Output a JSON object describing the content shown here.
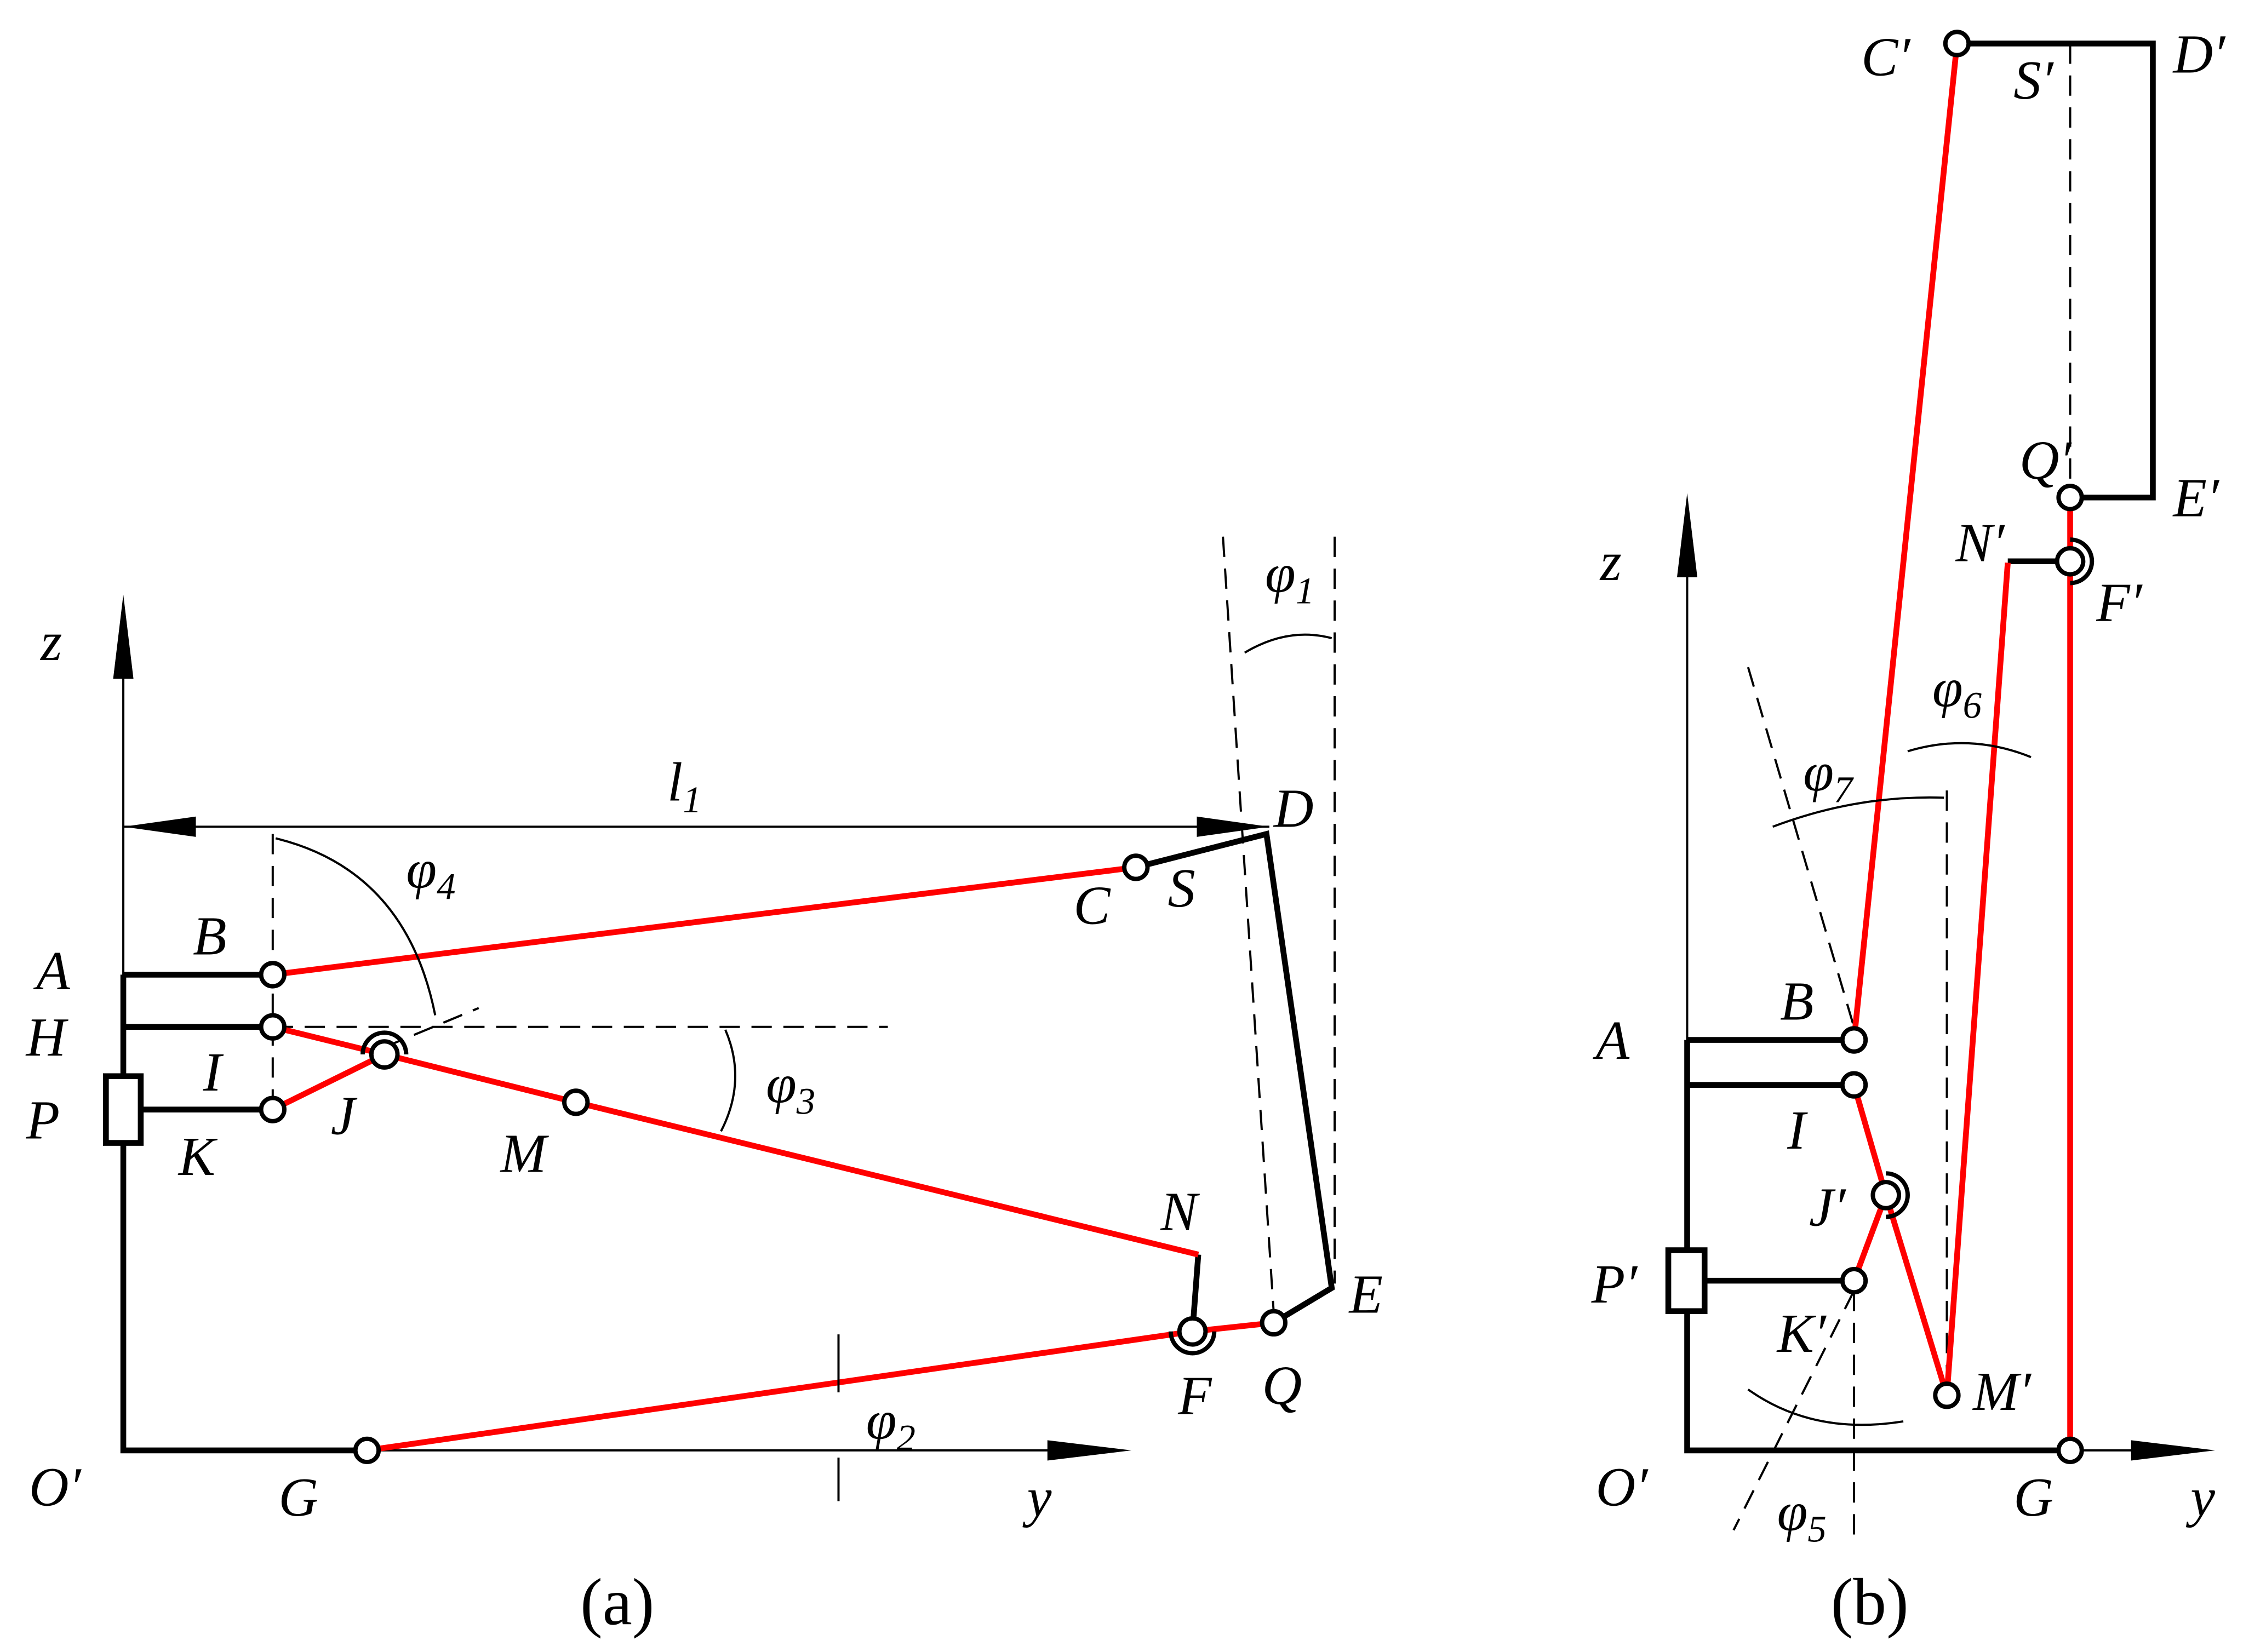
{
  "panel_a": {
    "caption": "(a)",
    "axis_z": "z",
    "axis_y": "y",
    "origin": "O′",
    "dimension": {
      "symbol": "l",
      "sub": "1"
    },
    "points": {
      "A": "A",
      "B": "B",
      "H": "H",
      "I": "I",
      "P": "P",
      "J": "J",
      "K": "K",
      "M": "M",
      "C": "C",
      "S": "S",
      "D": "D",
      "N": "N",
      "E": "E",
      "F": "F",
      "Q": "Q",
      "G": "G"
    },
    "angles": [
      {
        "symbol": "φ",
        "sub": "1"
      },
      {
        "symbol": "φ",
        "sub": "2"
      },
      {
        "symbol": "φ",
        "sub": "3"
      },
      {
        "symbol": "φ",
        "sub": "4"
      }
    ]
  },
  "panel_b": {
    "caption": "(b)",
    "axis_z": "z",
    "axis_y": "y",
    "origin": "O′",
    "points": {
      "C": "C′",
      "S": "S′",
      "D": "D′",
      "Q": "Q′",
      "E": "E′",
      "N": "N′",
      "F": "F′",
      "B": "B",
      "A": "A",
      "I": "I",
      "J": "J′",
      "P": "P′",
      "K": "K′",
      "M": "M′",
      "G": "G"
    },
    "angles": [
      {
        "symbol": "φ",
        "sub": "5"
      },
      {
        "symbol": "φ",
        "sub": "6"
      },
      {
        "symbol": "φ",
        "sub": "7"
      }
    ]
  },
  "colors": {
    "link_red": "#ff0000",
    "frame_black": "#000000"
  }
}
